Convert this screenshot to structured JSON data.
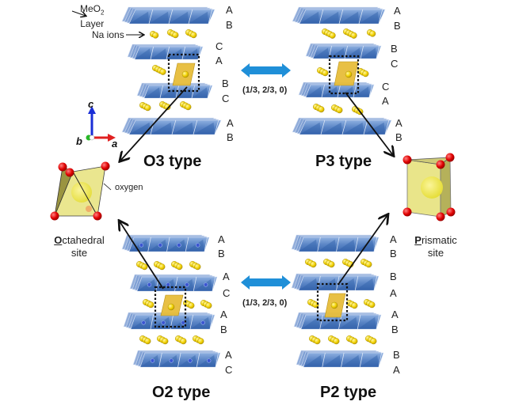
{
  "figure": {
    "structures": [
      {
        "id": "o3",
        "title": "O3 type",
        "stacking": [
          "A",
          "B",
          "C",
          "A",
          "B",
          "C",
          "A",
          "B"
        ],
        "site": "octahedral"
      },
      {
        "id": "p3",
        "title": "P3 type",
        "stacking": [
          "A",
          "B",
          "B",
          "C",
          "C",
          "A",
          "A",
          "B"
        ],
        "site": "prismatic"
      },
      {
        "id": "o2",
        "title": "O2 type",
        "stacking": [
          "A",
          "B",
          "A",
          "C",
          "A",
          "B",
          "A",
          "C"
        ],
        "site": "octahedral"
      },
      {
        "id": "p2",
        "title": "P2 type",
        "stacking": [
          "A",
          "B",
          "B",
          "A",
          "A",
          "B",
          "B",
          "A"
        ],
        "site": "prismatic"
      }
    ],
    "annotations": {
      "meo2_label_main": "MeO",
      "meo2_label_sub": "2",
      "meo2_label_line2": "Layer",
      "na_ions_label": "Na ions",
      "oxygen_label": "oxygen"
    },
    "transitions": [
      {
        "from": "O3 type",
        "to": "P3 type",
        "label": "(1/3, 2/3, 0)"
      },
      {
        "from": "O2 type",
        "to": "P2 type",
        "label": "(1/3, 2/3, 0)"
      }
    ],
    "sites": {
      "octahedral": {
        "initial": "O",
        "rest": "ctahedral",
        "line2": "site"
      },
      "prismatic": {
        "initial": "P",
        "rest": "rismatic",
        "line2": "site"
      }
    },
    "axes": {
      "c": "c",
      "a": "a",
      "b": "b"
    },
    "colors": {
      "layer_blue": "#5b86c6",
      "layer_dark": "#2f5fa8",
      "na_yellow": "#f2d100",
      "polyhedron_yellow": "#e9e58a",
      "oxygen_red": "#e00000",
      "shift_arrow": "#1f8fd8",
      "axis_c": "#1a2ed6",
      "axis_a": "#e02020",
      "axis_b": "#28b828"
    }
  }
}
